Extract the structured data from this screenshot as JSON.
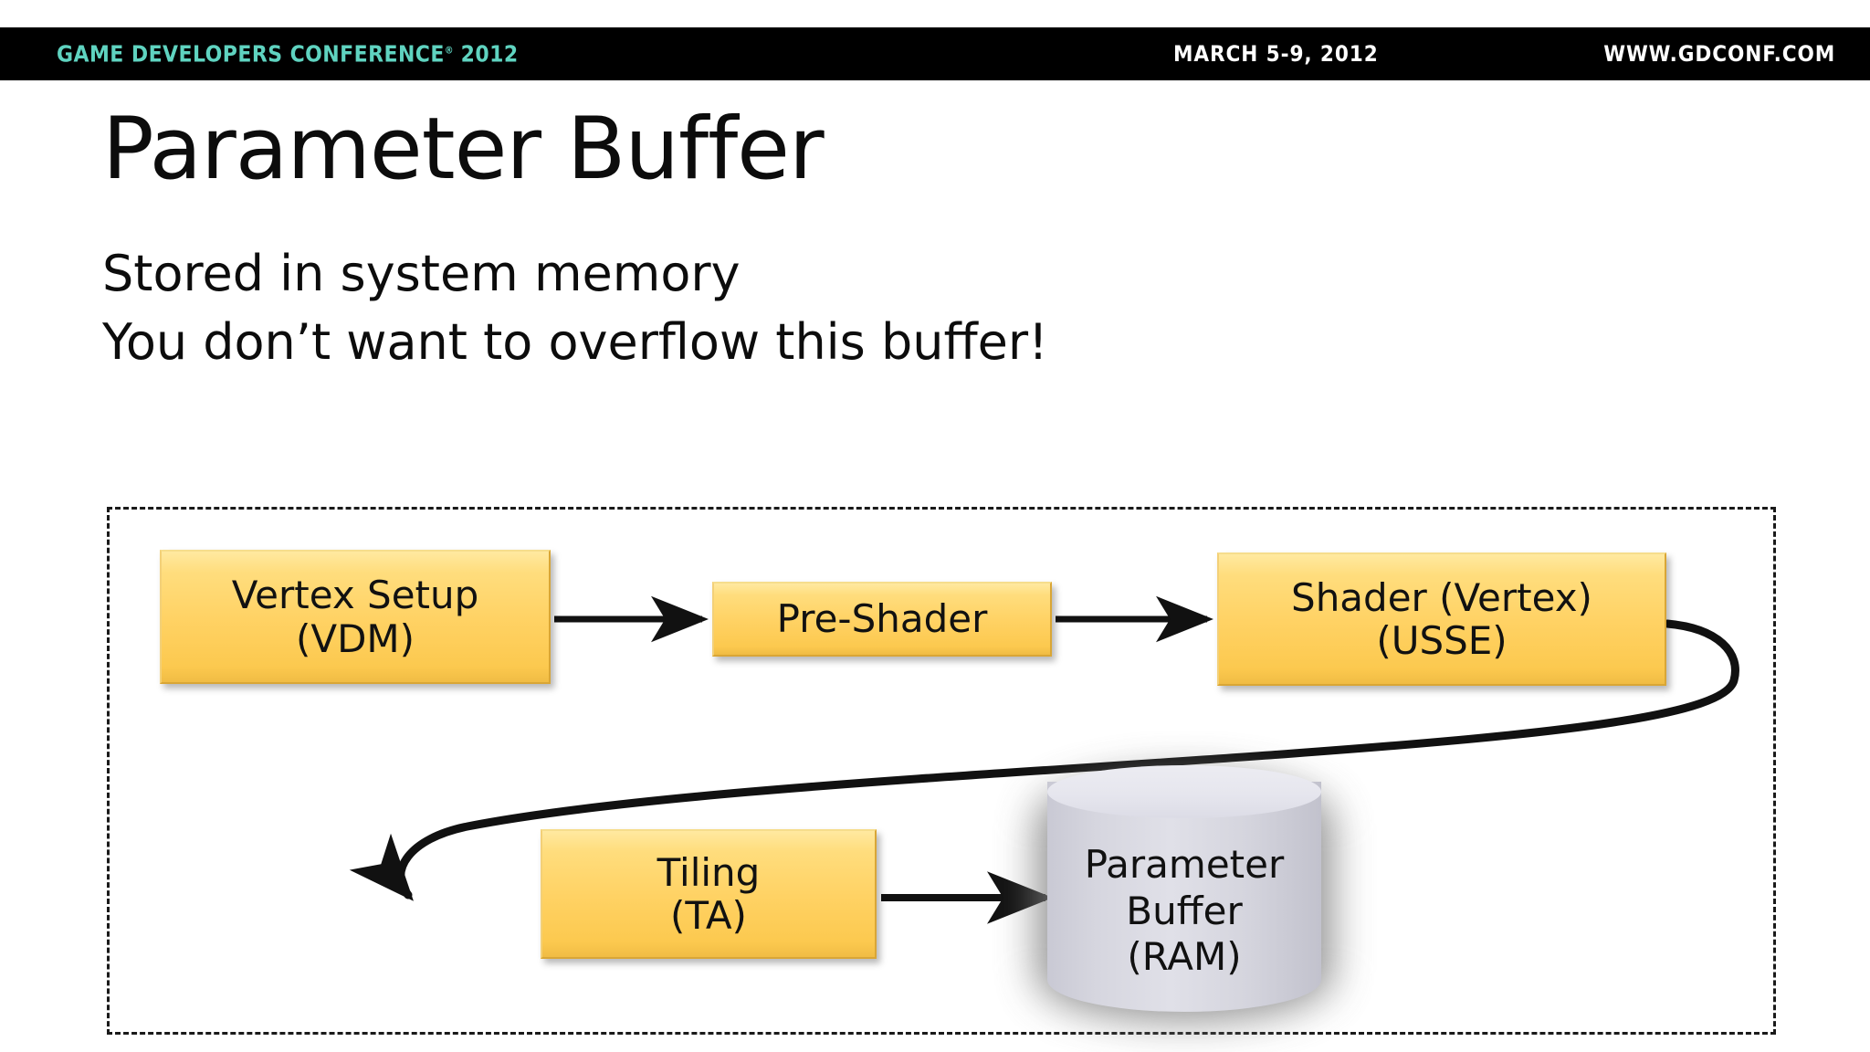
{
  "header": {
    "logo_text": "GAME DEVELOPERS CONFERENCE",
    "logo_reg": "®",
    "logo_year": "2012",
    "dates": "MARCH 5-9, 2012",
    "url": "WWW.GDCONF.COM",
    "logo_color": "#5fd3c0",
    "bar_color": "#000000",
    "text_color": "#ffffff"
  },
  "slide": {
    "title": "Parameter Buffer",
    "body_lines": [
      "Stored in system memory",
      "You don’t want to overflow this buffer!"
    ]
  },
  "diagram": {
    "frame_style": "dashed",
    "box_fill": "#ffd264",
    "box_border": "#d9a636",
    "cylinder_fill": "#d8d8e1",
    "nodes": [
      {
        "id": "vertex-setup",
        "shape": "box",
        "lines": [
          "Vertex Setup",
          "(VDM)"
        ]
      },
      {
        "id": "pre-shader",
        "shape": "box",
        "lines": [
          "Pre-Shader"
        ]
      },
      {
        "id": "shader",
        "shape": "box",
        "lines": [
          "Shader (Vertex)",
          "(USSE)"
        ]
      },
      {
        "id": "tiling",
        "shape": "box",
        "lines": [
          "Tiling",
          "(TA)"
        ]
      },
      {
        "id": "parameter-buffer",
        "shape": "cylinder",
        "lines": [
          "Parameter",
          "Buffer",
          "(RAM)"
        ]
      }
    ],
    "edges": [
      {
        "from": "vertex-setup",
        "to": "pre-shader",
        "kind": "straight"
      },
      {
        "from": "pre-shader",
        "to": "shader",
        "kind": "straight"
      },
      {
        "from": "shader",
        "to": "tiling",
        "kind": "curved"
      },
      {
        "from": "tiling",
        "to": "parameter-buffer",
        "kind": "straight"
      }
    ]
  }
}
